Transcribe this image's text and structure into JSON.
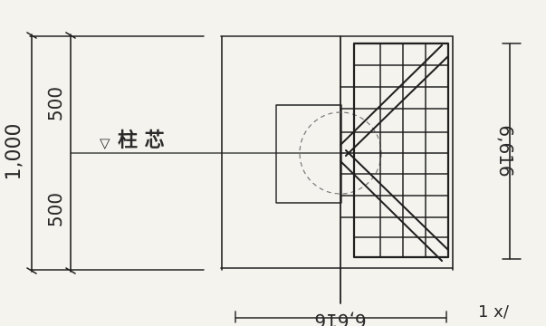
{
  "drawing": {
    "dims": {
      "total_height": "1,000",
      "upper_half": "500",
      "lower_half": "500",
      "right_vertical": "6,616",
      "bottom_width": "6,616"
    },
    "column_center_label": "柱 芯",
    "level_mark": "▽",
    "corner_note": "1 x/"
  }
}
